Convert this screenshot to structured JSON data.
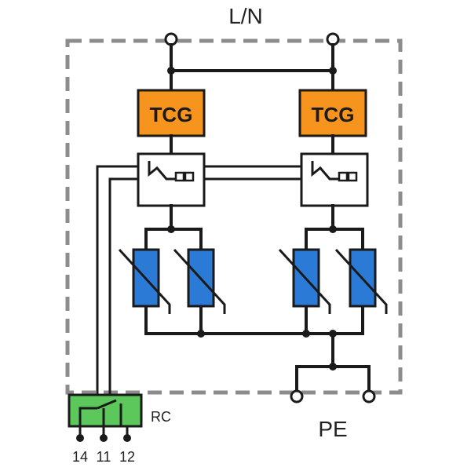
{
  "labels": {
    "top": "L/N",
    "bottom": "PE",
    "rc": "RC",
    "pins": [
      "14",
      "11",
      "12"
    ]
  },
  "components": {
    "tcg_left": "TCG",
    "tcg_right": "TCG"
  },
  "colors": {
    "tcg": "#f7941d",
    "varistor": "#2b7bd6",
    "rc_contact": "#5cc85c",
    "enclosure": "#8c8c8c",
    "wire": "#1a1a1a"
  },
  "icons": [
    "terminal-icon",
    "thermal-disconnector-icon",
    "varistor-icon",
    "relay-contact-icon"
  ]
}
